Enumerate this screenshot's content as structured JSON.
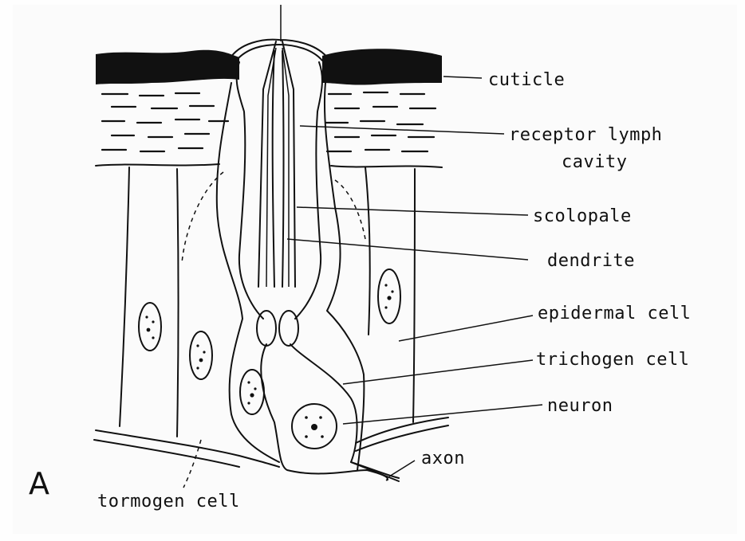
{
  "panel_letter": "A",
  "labels": {
    "cuticle": "cuticle",
    "receptor_lymph_line1": "receptor lymph",
    "receptor_lymph_line2": "cavity",
    "scolopale": "scolopale",
    "dendrite": "dendrite",
    "epidermal_cell": "epidermal cell",
    "trichogen_cell": "trichogen cell",
    "neuron": "neuron",
    "axon": "axon",
    "tormogen_cell": "tormogen cell"
  }
}
